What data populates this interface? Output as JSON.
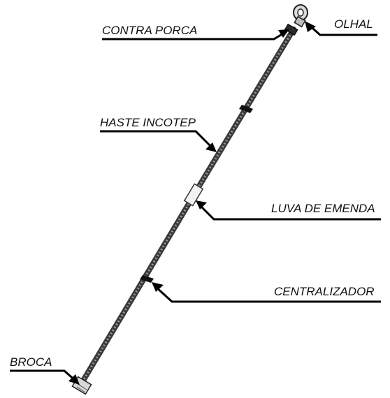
{
  "labels": {
    "contra_porca": "CONTRA PORCA",
    "olhal": "OLHAL",
    "haste": "HASTE INCOTEP",
    "luva": "LUVA DE EMENDA",
    "centralizador": "CENTRALIZADOR",
    "broca": "BROCA"
  },
  "colors": {
    "rod": "#3a3a3a",
    "rod_highlight": "#9a9a9a",
    "leader": "#000000",
    "coupling": "#f2f2f2",
    "text": "#111111"
  }
}
